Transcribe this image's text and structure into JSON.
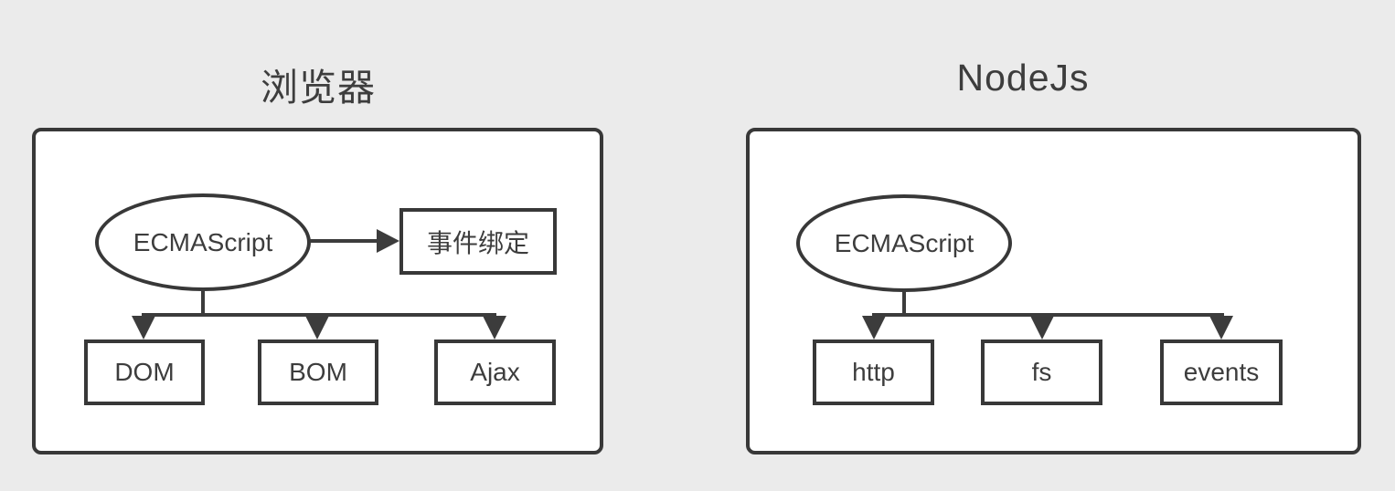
{
  "colors": {
    "background": "#ebebeb",
    "panel_fill": "#ffffff",
    "stroke": "#383838",
    "text": "#3d3d3d"
  },
  "panels": [
    {
      "title": "浏览器",
      "ellipse_label": "ECMAScript",
      "event_box": {
        "label": "事件绑定"
      },
      "children": [
        "DOM",
        "BOM",
        "Ajax"
      ]
    },
    {
      "title": "NodeJs",
      "ellipse_label": "ECMAScript",
      "children": [
        "http",
        "fs",
        "events"
      ]
    }
  ]
}
